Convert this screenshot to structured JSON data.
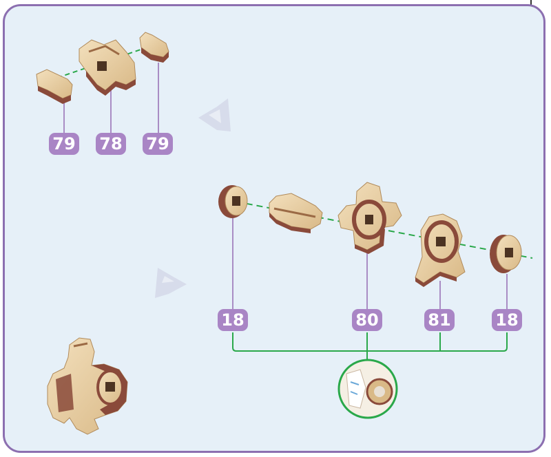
{
  "labels": {
    "top_left": "79",
    "top_mid": "78",
    "top_right": "79",
    "mid_left": "18",
    "mid_center": "80",
    "mid_right": "81",
    "mid_far_right": "18"
  },
  "colors": {
    "frame": "#8c6fb0",
    "background": "#e6f0f8",
    "label_bg": "#a985c5",
    "label_text": "#ffffff",
    "connector_green": "#2aa84a",
    "leader_line": "#a98cc4",
    "wood_light": "#e8cfa2",
    "wood_dark": "#8a4a3a",
    "arrow": "#d7dceb"
  },
  "icons": [
    "step-arrow-icon",
    "detail-zoom-circle"
  ]
}
